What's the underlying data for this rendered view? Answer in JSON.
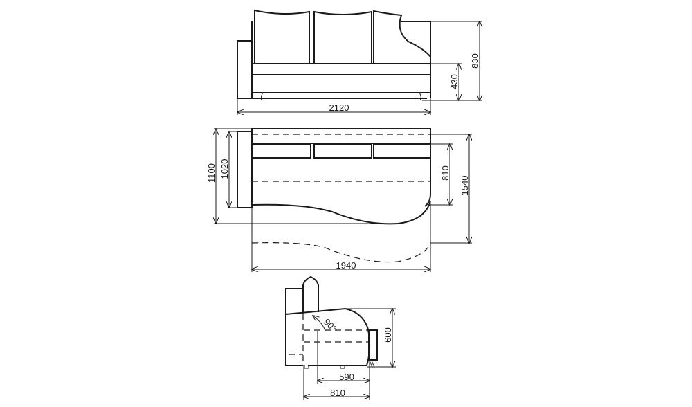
{
  "front_view": {
    "width_label": "2120",
    "height_label": "830",
    "seat_height_label": "430"
  },
  "plan_view": {
    "depth_label": "1100",
    "arm_depth_label": "1020",
    "seat_depth_label": "810",
    "extended_depth_label": "1540",
    "width_label": "1940"
  },
  "side_view": {
    "angle_label": "90°",
    "height_label": "600",
    "seat_depth_label": "590",
    "depth_label": "810"
  },
  "colors": {
    "line": "#1a1a1a",
    "background": "#ffffff"
  }
}
